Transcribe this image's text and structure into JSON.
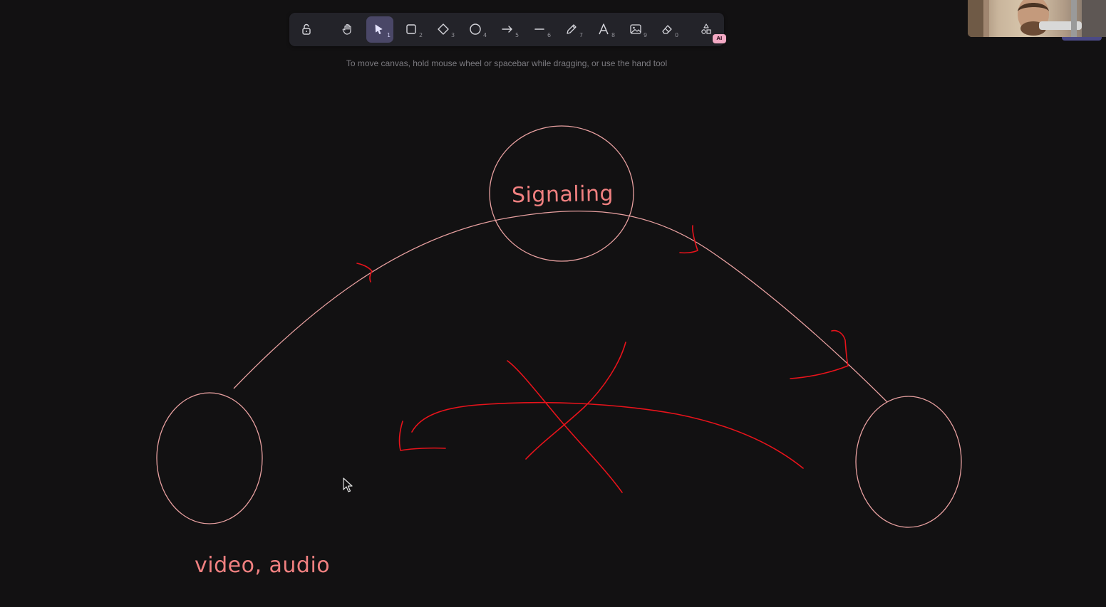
{
  "toolbar": {
    "tools": [
      {
        "name": "lock",
        "key": ""
      },
      {
        "name": "hand",
        "key": ""
      },
      {
        "name": "selection",
        "key": "1",
        "active": true
      },
      {
        "name": "rectangle",
        "key": "2"
      },
      {
        "name": "diamond",
        "key": "3"
      },
      {
        "name": "ellipse",
        "key": "4"
      },
      {
        "name": "arrow",
        "key": "5"
      },
      {
        "name": "line",
        "key": "6"
      },
      {
        "name": "draw",
        "key": "7"
      },
      {
        "name": "text",
        "key": "8"
      },
      {
        "name": "image",
        "key": "9"
      },
      {
        "name": "eraser",
        "key": "0"
      },
      {
        "name": "extra-tools",
        "badge": "AI"
      }
    ]
  },
  "hint": "To move canvas, hold mouse wheel or spacebar while dragging, or use the hand tool",
  "canvas": {
    "signaling_label": "Signaling",
    "peer_label": "video, audio"
  },
  "colors": {
    "background": "#121112",
    "toolbar": "#232329",
    "active_tool": "#4a4767",
    "shape_stroke": "#e8a0a0",
    "annotation_red": "#e8131b",
    "label_text": "#f08080"
  }
}
